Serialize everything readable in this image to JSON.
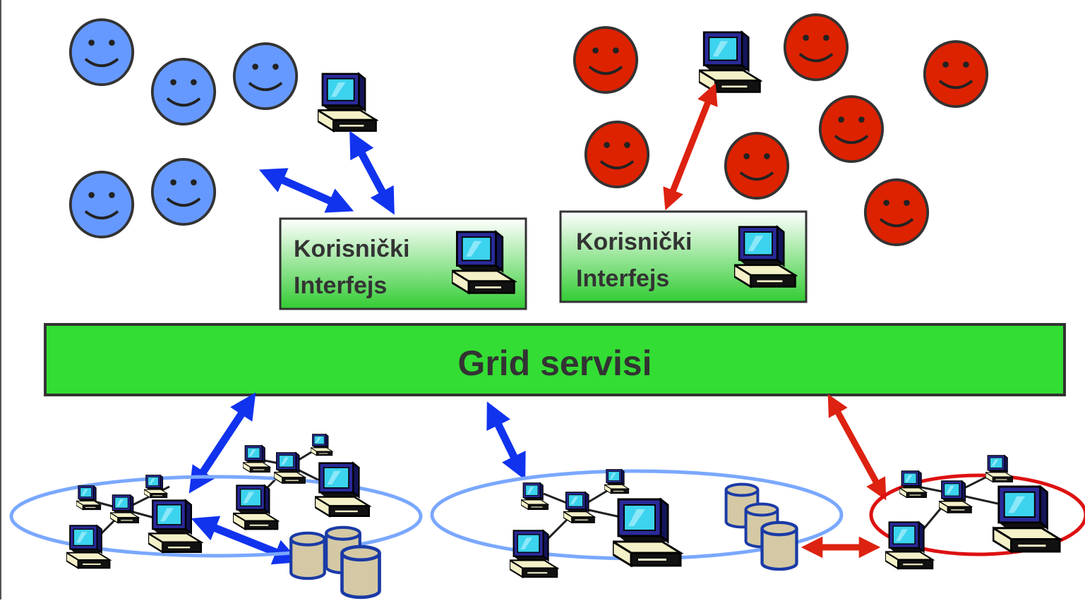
{
  "ui_box_left": {
    "line1": "Korisnički",
    "line2": "Interfejs"
  },
  "ui_box_right": {
    "line1": "Korisnički",
    "line2": "Interfejs"
  },
  "grid_bar": {
    "label": "Grid servisi"
  },
  "colors": {
    "blue_user": "#6699ff",
    "red_user": "#dd2200",
    "green_bar": "#33dd33",
    "box_green_top": "#ffffff",
    "box_green_bottom": "#33cc33",
    "blue_arrow": "#1133ee",
    "red_arrow": "#dd2211",
    "cluster_blue": "#7aa8ff",
    "cluster_red": "#dd1111",
    "db_fill": "#d4c9a4",
    "db_stroke": "#1a3aa6",
    "screen": "#3cd3ee",
    "monitor_body": "#2a2a99"
  },
  "icons": [
    "smiley-face-icon",
    "computer-icon",
    "database-icon",
    "double-arrow-icon"
  ]
}
